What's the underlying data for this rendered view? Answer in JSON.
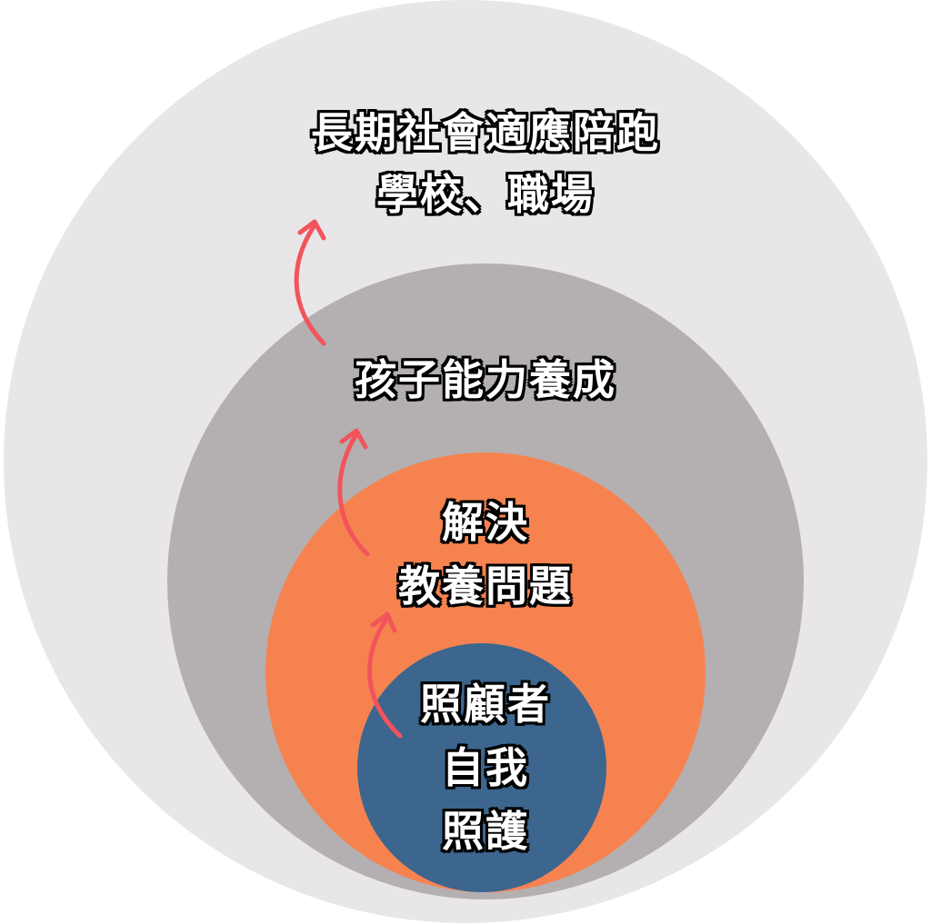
{
  "colors": {
    "outer_circle": "#e8e6e9",
    "second_circle": "#b4afb1",
    "third_circle": "#f6834f",
    "inner_circle": "#3c668e",
    "arrow": "#f2545b",
    "text": "#ffffff",
    "text_outline": "#000000"
  },
  "labels": {
    "outer": {
      "line1": "長期社會適應陪跑",
      "line2": "學校、職場"
    },
    "second": {
      "line1": "孩子能力養成"
    },
    "third": {
      "line1": "解決",
      "line2": "教養問題"
    },
    "inner": {
      "line1": "照顧者",
      "line2": "自我",
      "line3": "照護"
    }
  },
  "arrows": [
    {
      "from": "inner",
      "to": "third",
      "icon": "curved-up-arrow-icon"
    },
    {
      "from": "third",
      "to": "second",
      "icon": "curved-up-arrow-icon"
    },
    {
      "from": "second",
      "to": "outer",
      "icon": "curved-up-arrow-icon"
    }
  ]
}
